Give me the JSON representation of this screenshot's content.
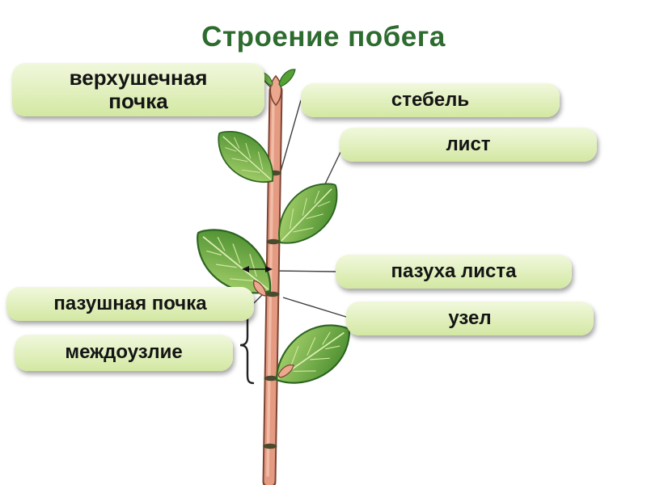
{
  "title": "Строение побега",
  "labels": {
    "apical_bud": "верхушечная почка",
    "stem": "стебель",
    "leaf": "лист",
    "leaf_axil": "пазуха листа",
    "node": "узел",
    "axillary_bud": "пазушная почка",
    "internode": "междоузлие"
  },
  "colors": {
    "title_color": "#2d6b2f",
    "label_bg_top": "#f1f8dd",
    "label_bg_bottom": "#d3e8a2",
    "label_text": "#141414",
    "stem_color": "#e59a82",
    "stem_outline": "#7c4433",
    "stem_highlight": "#f2c3ad",
    "leaf_light": "#b2da74",
    "leaf_dark": "#3f8527",
    "leaf_stroke": "#2c6420",
    "leaf_vein": "#dff0b8",
    "node_band": "#4a4a2e",
    "bud_fill": "#eba88f",
    "connector": "#3f3f3f",
    "brace": "#222222"
  }
}
